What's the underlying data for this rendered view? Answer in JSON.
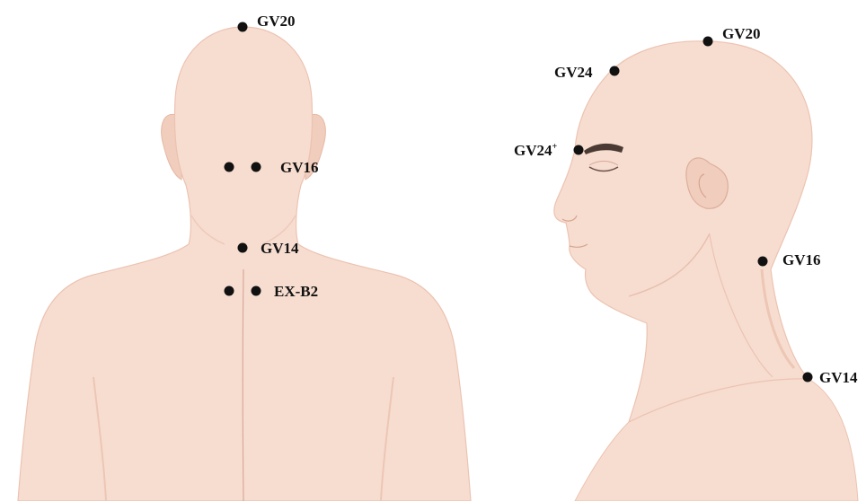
{
  "colors": {
    "skin": "#f7ddd0",
    "skin_shadow": "#edc6b4",
    "skin_edge": "#e6b9a4",
    "eyebrow": "#4a3a33",
    "point": "#111111",
    "label": "#111111"
  },
  "back_view": {
    "points": [
      {
        "label": "GV20",
        "sup": ""
      },
      {
        "label": "GV16",
        "sup": ""
      },
      {
        "label": "GV14",
        "sup": ""
      },
      {
        "label": "EX-B2",
        "sup": ""
      }
    ]
  },
  "side_view": {
    "points": [
      {
        "label": "GV20",
        "sup": ""
      },
      {
        "label": "GV24",
        "sup": ""
      },
      {
        "label": "GV24",
        "sup": "+"
      },
      {
        "label": "GV16",
        "sup": ""
      },
      {
        "label": "GV14",
        "sup": ""
      }
    ]
  }
}
